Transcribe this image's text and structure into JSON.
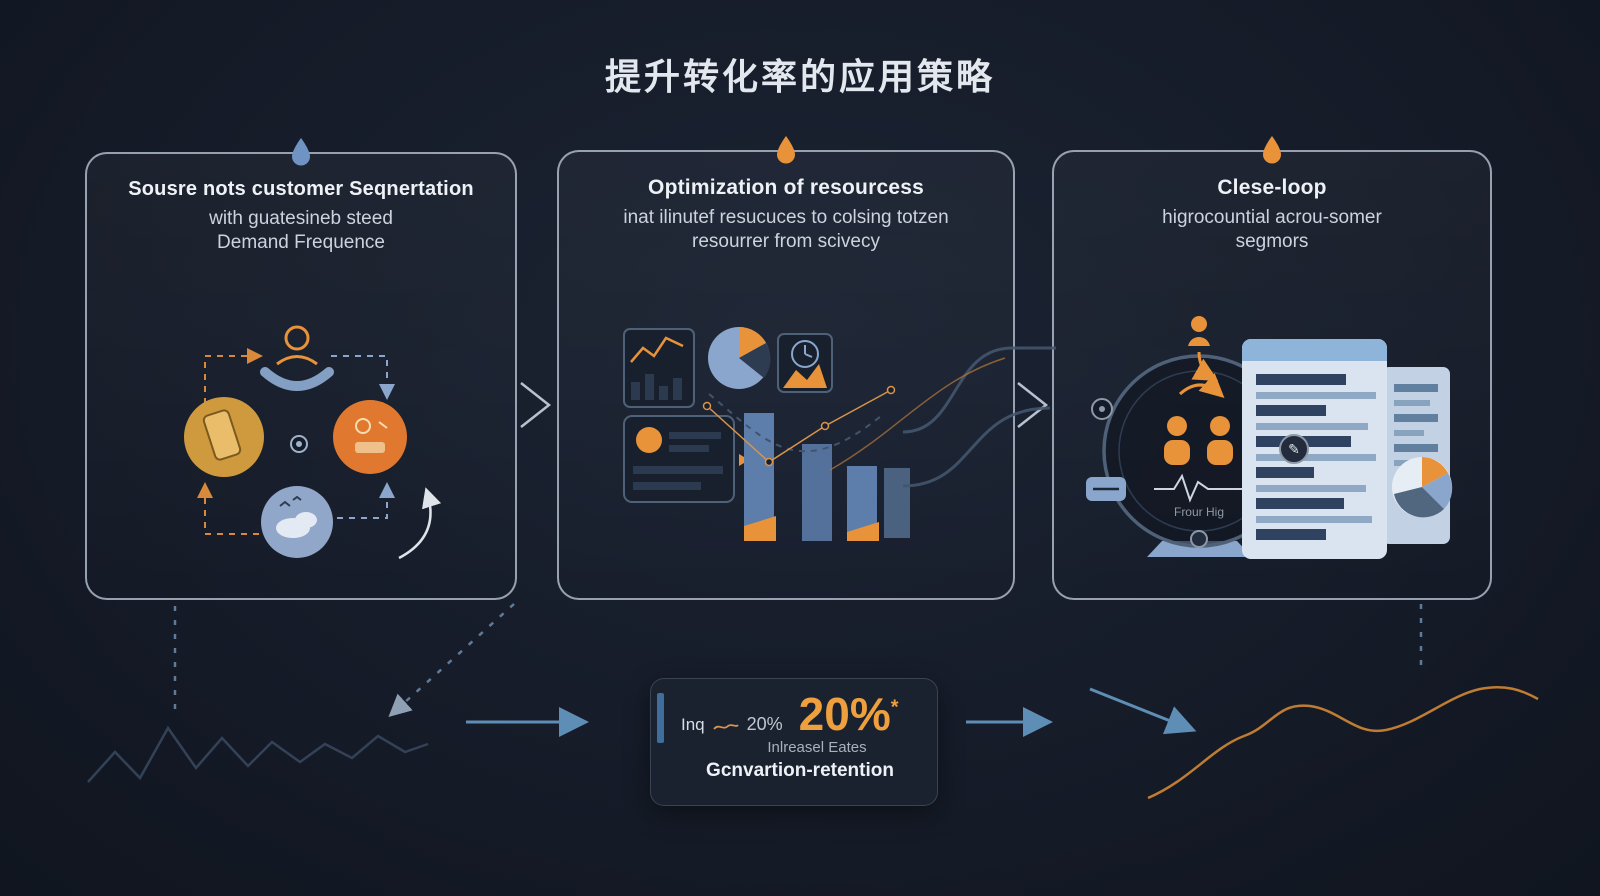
{
  "title": "提升转化率的应用策略",
  "cards": [
    {
      "title": "Sousre nots customer Seqnertation",
      "line2": "with guatesineb steed",
      "line3": "Demand Frequence",
      "drop_color": "#6f94c4"
    },
    {
      "title": "Optimization of resourcess",
      "line2": "inat ilinutef resucuces to colsing totzen",
      "line3": "resourrer from scivecy",
      "drop_color": "#e8923a"
    },
    {
      "title": "Clese-loop",
      "line2": "higrocountial acrou-somer",
      "line3": "segmors",
      "drop_color": "#e8923a"
    }
  ],
  "gauge_caption": "Frour Hig",
  "panel": {
    "prefix": "Inq",
    "small_value": "20%",
    "big_value": "20%",
    "asterisk": "*",
    "subtitle": "Inlreasel Eates",
    "caption": "Gcnvartion-retention"
  },
  "icons": {
    "pencil": "✎"
  },
  "colors": {
    "background": "#161c29",
    "accent_orange": "#e8923a",
    "accent_blue": "#6f94c4",
    "card_border": "#b8c2d1",
    "arrow_blue": "#5e8db6"
  }
}
